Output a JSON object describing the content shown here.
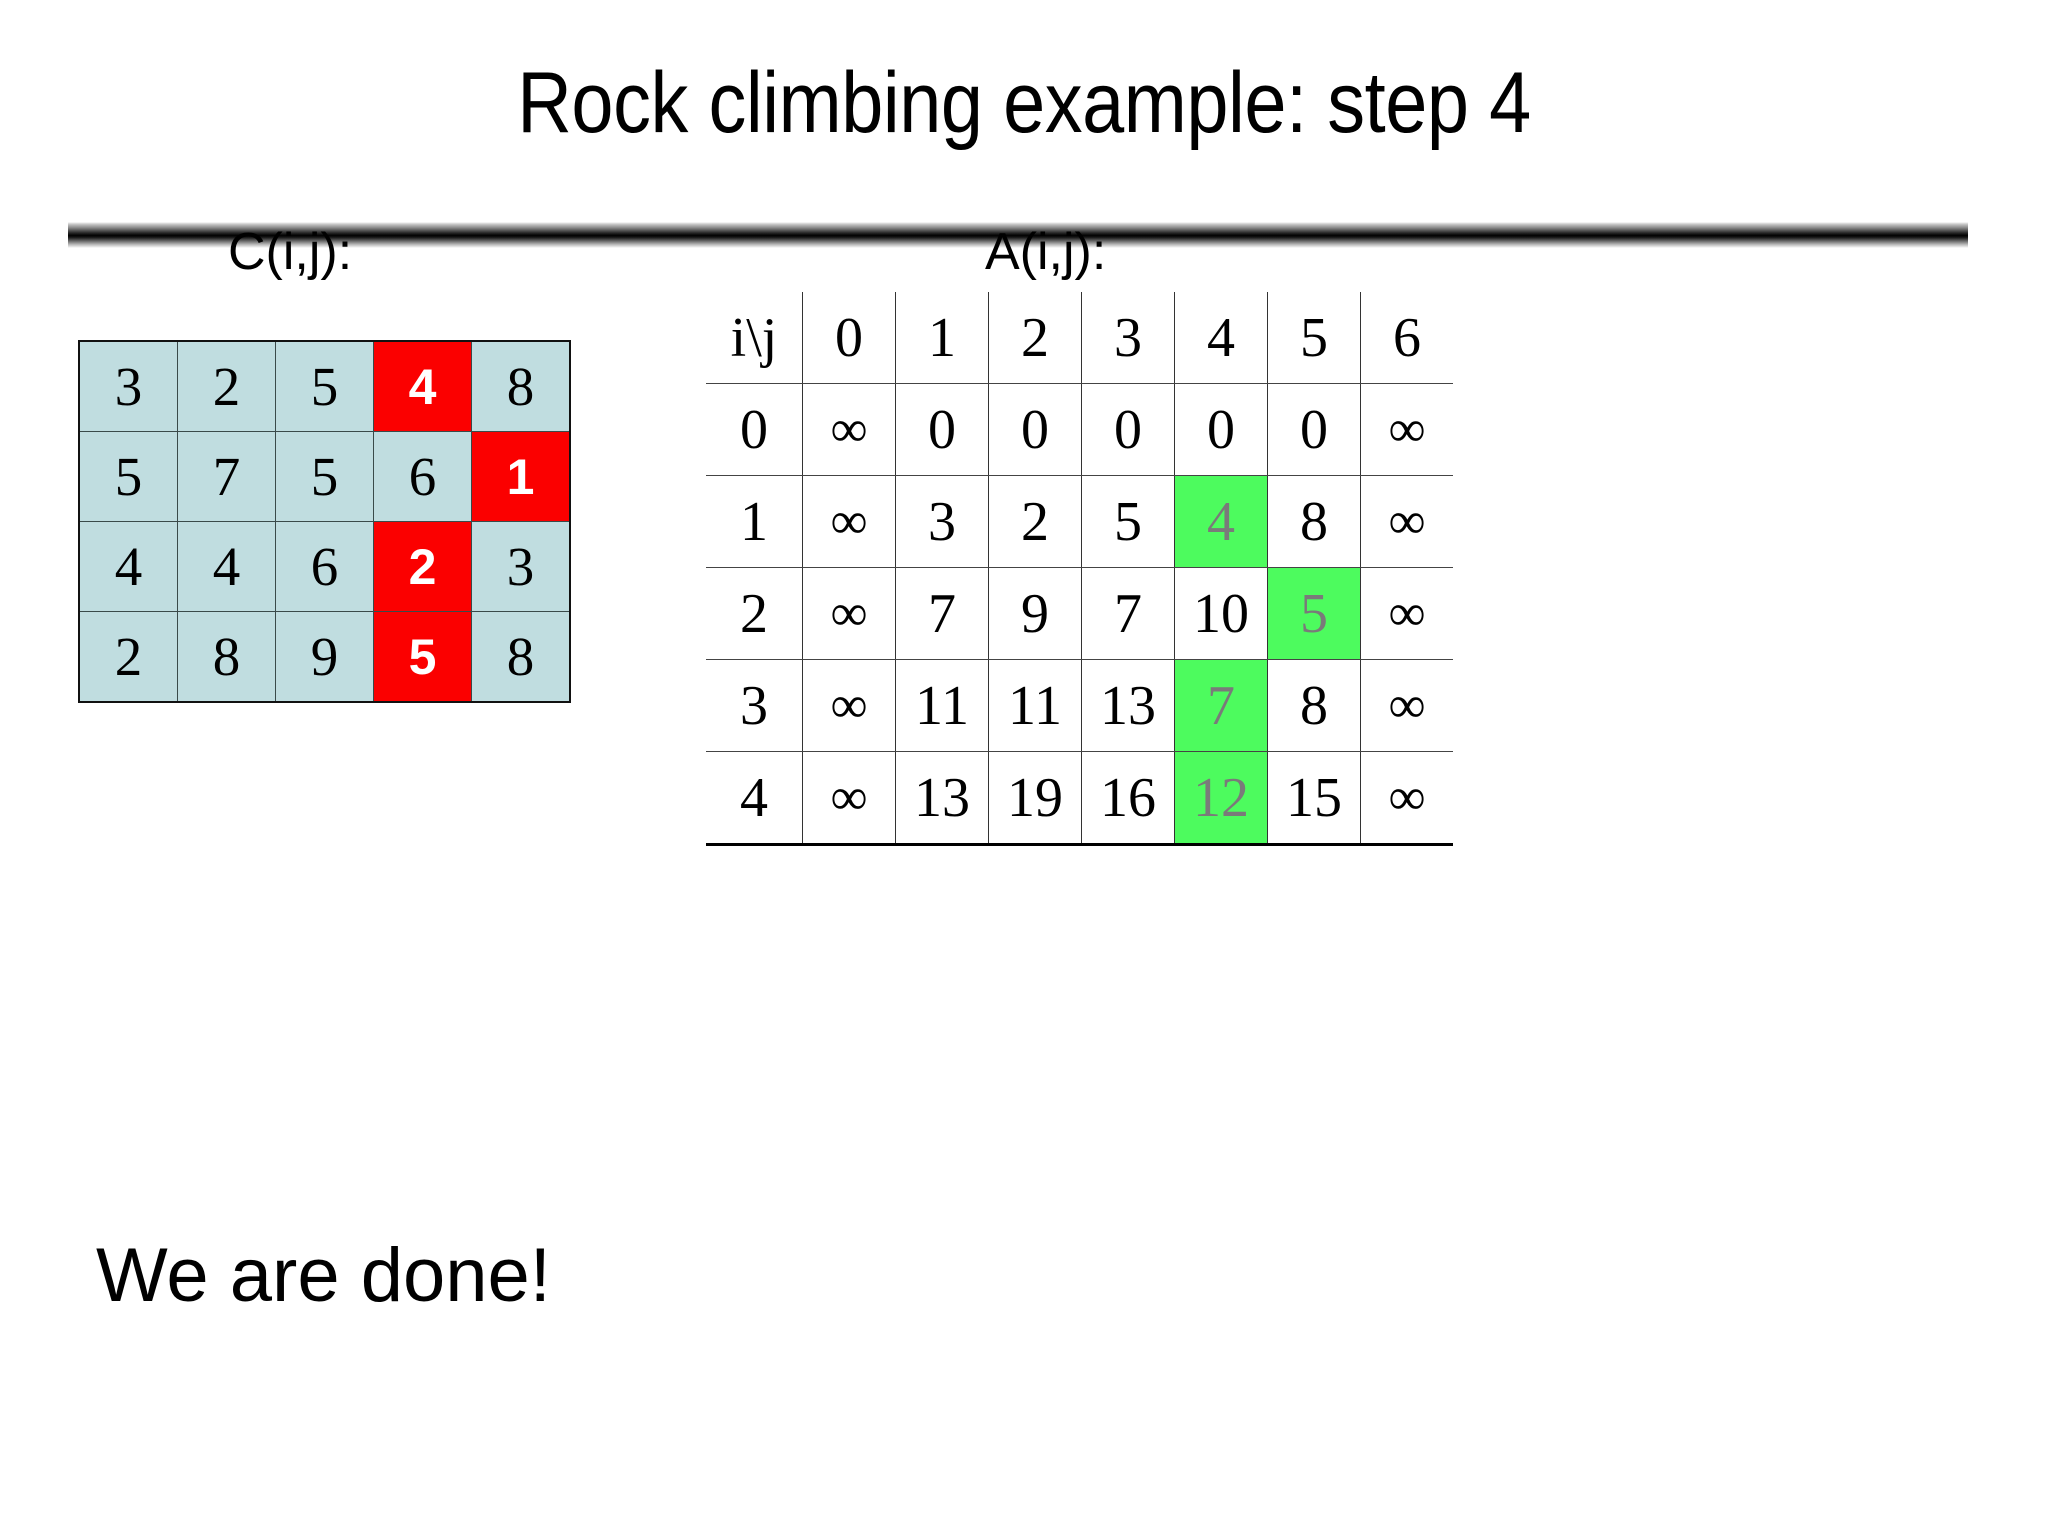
{
  "slide": {
    "title": "Rock climbing example: step 4",
    "note": "We are done!",
    "background_color": "#ffffff"
  },
  "labels": {
    "cost_matrix": "C(i,j):",
    "accum_matrix": "A(i,j):"
  },
  "colors": {
    "cost_cell_fill": "#c0dde0",
    "cost_cell_highlight": "#fb0000",
    "cost_highlight_text": "#ffffff",
    "accum_highlight_fill": "#4dfb5e",
    "accum_highlight_text": "#7a7a7a",
    "text": "#000000"
  },
  "cost_table": {
    "rows": [
      [
        {
          "v": "3",
          "hl": false
        },
        {
          "v": "2",
          "hl": false
        },
        {
          "v": "5",
          "hl": false
        },
        {
          "v": "4",
          "hl": true
        },
        {
          "v": "8",
          "hl": false
        }
      ],
      [
        {
          "v": "5",
          "hl": false
        },
        {
          "v": "7",
          "hl": false
        },
        {
          "v": "5",
          "hl": false
        },
        {
          "v": "6",
          "hl": false
        },
        {
          "v": "1",
          "hl": true
        }
      ],
      [
        {
          "v": "4",
          "hl": false
        },
        {
          "v": "4",
          "hl": false
        },
        {
          "v": "6",
          "hl": false
        },
        {
          "v": "2",
          "hl": true
        },
        {
          "v": "3",
          "hl": false
        }
      ],
      [
        {
          "v": "2",
          "hl": false
        },
        {
          "v": "8",
          "hl": false
        },
        {
          "v": "9",
          "hl": false
        },
        {
          "v": "5",
          "hl": true
        },
        {
          "v": "8",
          "hl": false
        }
      ]
    ]
  },
  "accum_table": {
    "header": [
      "i\\j",
      "0",
      "1",
      "2",
      "3",
      "4",
      "5",
      "6"
    ],
    "rows": [
      {
        "label": "0",
        "cells": [
          {
            "v": "∞",
            "hl": false
          },
          {
            "v": "0",
            "hl": false
          },
          {
            "v": "0",
            "hl": false
          },
          {
            "v": "0",
            "hl": false
          },
          {
            "v": "0",
            "hl": false
          },
          {
            "v": "0",
            "hl": false
          },
          {
            "v": "∞",
            "hl": false
          }
        ]
      },
      {
        "label": "1",
        "cells": [
          {
            "v": "∞",
            "hl": false
          },
          {
            "v": "3",
            "hl": false
          },
          {
            "v": "2",
            "hl": false
          },
          {
            "v": "5",
            "hl": false
          },
          {
            "v": "4",
            "hl": true
          },
          {
            "v": "8",
            "hl": false
          },
          {
            "v": "∞",
            "hl": false
          }
        ]
      },
      {
        "label": "2",
        "cells": [
          {
            "v": "∞",
            "hl": false
          },
          {
            "v": "7",
            "hl": false
          },
          {
            "v": "9",
            "hl": false
          },
          {
            "v": "7",
            "hl": false
          },
          {
            "v": "10",
            "hl": false
          },
          {
            "v": "5",
            "hl": true
          },
          {
            "v": "∞",
            "hl": false
          }
        ]
      },
      {
        "label": "3",
        "cells": [
          {
            "v": "∞",
            "hl": false
          },
          {
            "v": "11",
            "hl": false
          },
          {
            "v": "11",
            "hl": false
          },
          {
            "v": "13",
            "hl": false
          },
          {
            "v": "7",
            "hl": true
          },
          {
            "v": "8",
            "hl": false
          },
          {
            "v": "∞",
            "hl": false
          }
        ]
      },
      {
        "label": "4",
        "cells": [
          {
            "v": "∞",
            "hl": false
          },
          {
            "v": "13",
            "hl": false
          },
          {
            "v": "19",
            "hl": false
          },
          {
            "v": "16",
            "hl": false
          },
          {
            "v": "12",
            "hl": true
          },
          {
            "v": "15",
            "hl": false
          },
          {
            "v": "∞",
            "hl": false
          }
        ]
      }
    ]
  }
}
